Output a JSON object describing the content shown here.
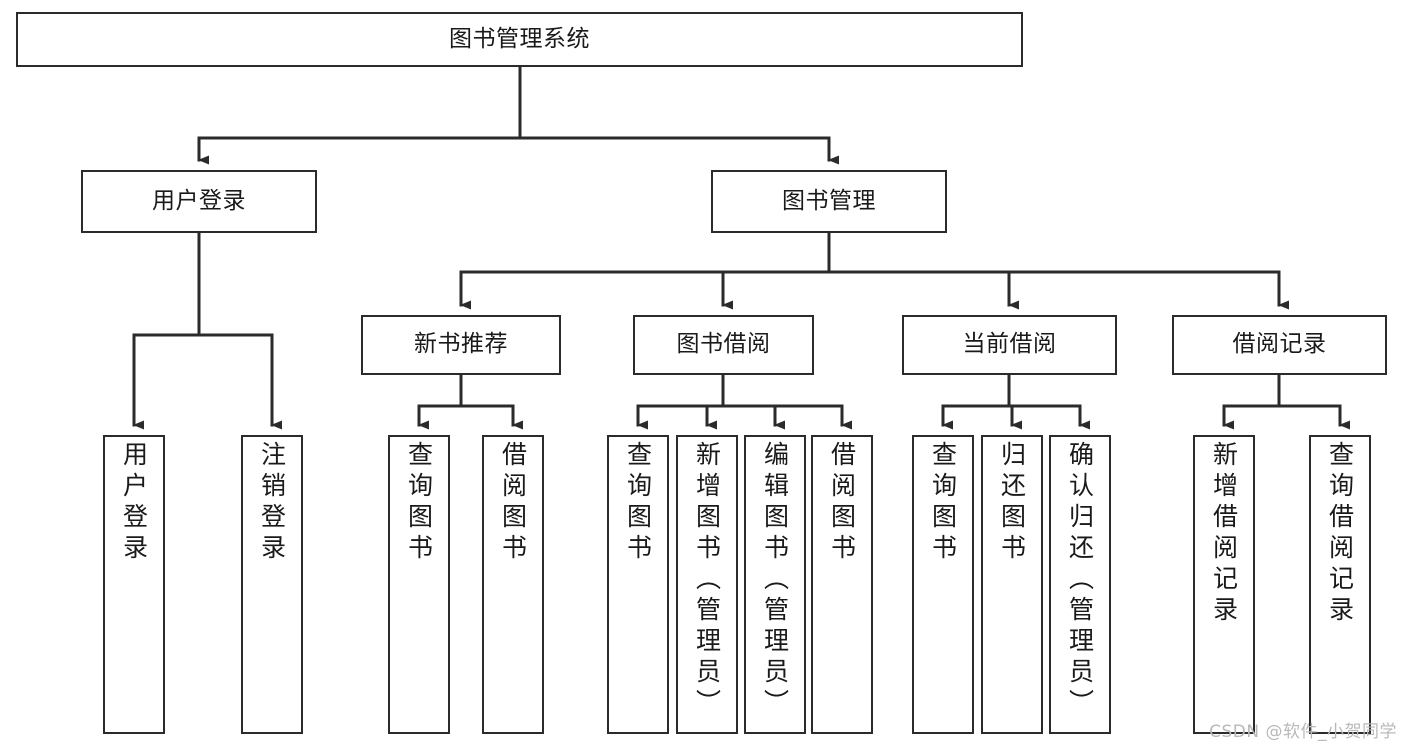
{
  "diagram": {
    "title": "图书管理系统",
    "type": "tree-hierarchy-chart",
    "watermark": "CSDN @软件_小贺同学",
    "colors": {
      "stroke": "#2b2b2b",
      "fill": "#ffffff",
      "text": "#1a1a1a",
      "watermark": "#b9b9b9"
    },
    "nodes": {
      "root": {
        "label": "图书管理系统",
        "orientation": "horizontal"
      },
      "level1": [
        {
          "id": "user-login",
          "label": "用户登录",
          "orientation": "horizontal"
        },
        {
          "id": "book-manage",
          "label": "图书管理",
          "orientation": "horizontal"
        }
      ],
      "level2": [
        {
          "id": "new-book-recommend",
          "label": "新书推荐",
          "orientation": "horizontal"
        },
        {
          "id": "book-borrow",
          "label": "图书借阅",
          "orientation": "horizontal"
        },
        {
          "id": "current-borrow",
          "label": "当前借阅",
          "orientation": "horizontal"
        },
        {
          "id": "borrow-record",
          "label": "借阅记录",
          "orientation": "horizontal"
        }
      ],
      "leaves": [
        {
          "id": "leaf-user-login",
          "label": "用户登录",
          "parent": "user-login",
          "orientation": "vertical"
        },
        {
          "id": "leaf-user-logout",
          "label": "注销登录",
          "parent": "user-login",
          "orientation": "vertical"
        },
        {
          "id": "leaf-query-book-1",
          "label": "查询图书",
          "parent": "new-book-recommend",
          "orientation": "vertical"
        },
        {
          "id": "leaf-borrow-book-1",
          "label": "借阅图书",
          "parent": "new-book-recommend",
          "orientation": "vertical"
        },
        {
          "id": "leaf-query-book-2",
          "label": "查询图书",
          "parent": "book-borrow",
          "orientation": "vertical"
        },
        {
          "id": "leaf-add-book",
          "label": "新增图书（管理员）",
          "parent": "book-borrow",
          "orientation": "vertical"
        },
        {
          "id": "leaf-edit-book",
          "label": "编辑图书（管理员）",
          "parent": "book-borrow",
          "orientation": "vertical"
        },
        {
          "id": "leaf-borrow-book-2",
          "label": "借阅图书",
          "parent": "book-borrow",
          "orientation": "vertical"
        },
        {
          "id": "leaf-query-book-3",
          "label": "查询图书",
          "parent": "current-borrow",
          "orientation": "vertical"
        },
        {
          "id": "leaf-return-book",
          "label": "归还图书",
          "parent": "current-borrow",
          "orientation": "vertical"
        },
        {
          "id": "leaf-confirm-return",
          "label": "确认归还（管理员）",
          "parent": "current-borrow",
          "orientation": "vertical"
        },
        {
          "id": "leaf-add-record",
          "label": "新增借阅记录",
          "parent": "borrow-record",
          "orientation": "vertical"
        },
        {
          "id": "leaf-query-record",
          "label": "查询借阅记录",
          "parent": "borrow-record",
          "orientation": "vertical"
        }
      ]
    }
  }
}
